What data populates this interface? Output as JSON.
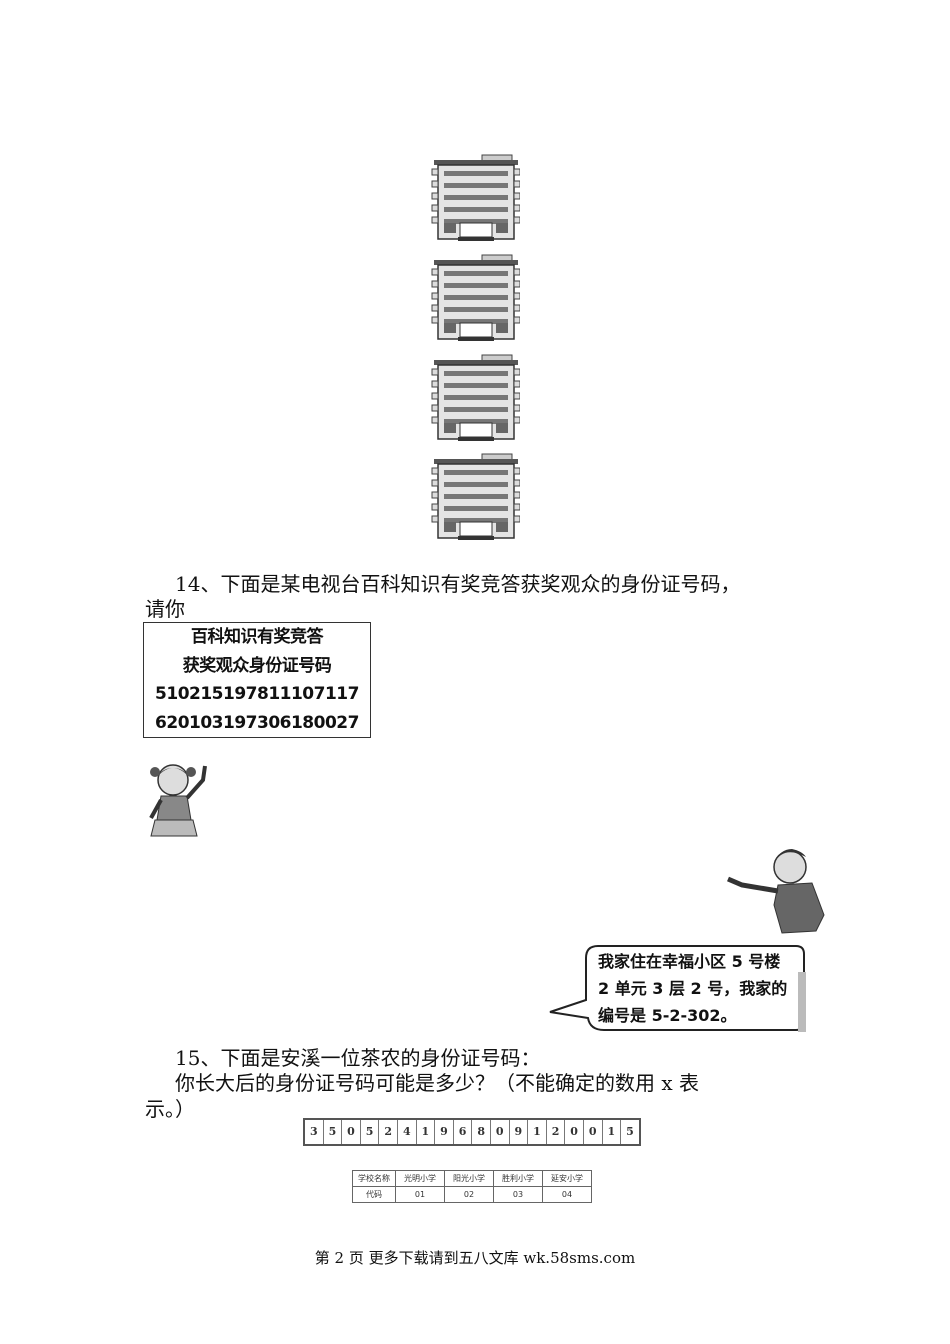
{
  "q14": {
    "line1": "14、下面是某电视台百科知识有奖竞答获奖观众的身份证号码，",
    "line2": "请你",
    "box": {
      "title1": "百科知识有奖竞答",
      "title2": "获奖观众身份证号码",
      "id1": "510215197811107117",
      "id2": "620103197306180027"
    },
    "bubble": {
      "line1": "我家住在幸福小区 5 号楼",
      "line2": "2 单元 3 层 2 号，我家的",
      "line3": "编号是 5-2-302。"
    }
  },
  "q15": {
    "line1": "15、下面是安溪一位茶农的身份证号码：",
    "line2": "你长大后的身份证号码可能是多少？（不能确定的数用 x 表",
    "line3": "示。）",
    "id_digits": [
      "3",
      "5",
      "0",
      "5",
      "2",
      "4",
      "1",
      "9",
      "6",
      "8",
      "0",
      "9",
      "1",
      "2",
      "0",
      "0",
      "1",
      "5"
    ],
    "school_table": {
      "header": [
        "学校名称",
        "光明小学",
        "阳光小学",
        "胜利小学",
        "延安小学"
      ],
      "codes": [
        "代码",
        "01",
        "02",
        "03",
        "04"
      ]
    }
  },
  "footer": "第 2 页 更多下载请到五八文库 wk.58sms.com"
}
